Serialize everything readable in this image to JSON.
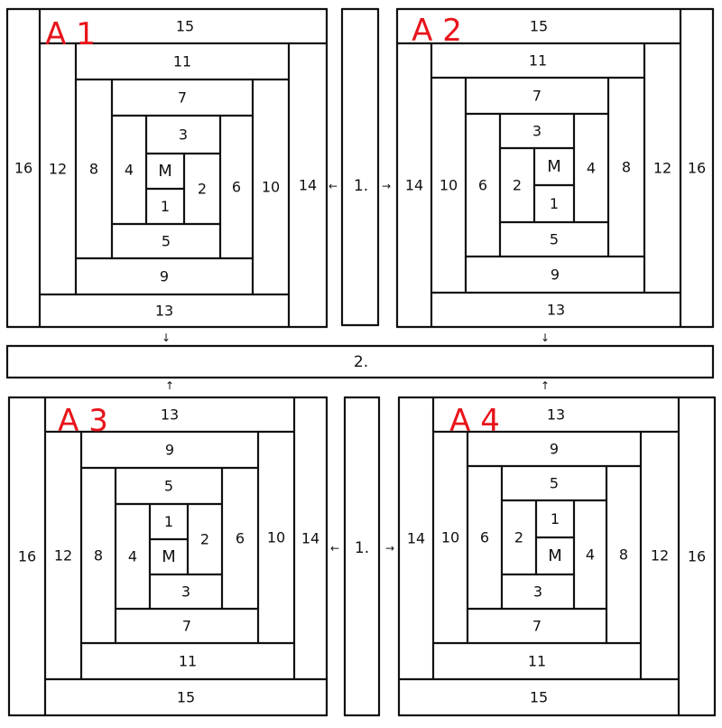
{
  "colors": {
    "line": "#111111",
    "title": "#e8141b",
    "background": "#ffffff"
  },
  "blocks": [
    {
      "title": "A 1",
      "center": "M"
    },
    {
      "title": "A 2",
      "center": "M"
    },
    {
      "title": "A 3",
      "center": "M"
    },
    {
      "title": "A 4",
      "center": "M"
    }
  ],
  "strip_numbers": [
    "1",
    "2",
    "3",
    "4",
    "5",
    "6",
    "7",
    "8",
    "9",
    "10",
    "11",
    "12",
    "13",
    "14",
    "15",
    "16"
  ],
  "joins": {
    "top": "1.",
    "middle": "2.",
    "bottom": "1."
  },
  "arrows": {
    "left": "←",
    "right": "→",
    "down": "↓",
    "up": "↑"
  }
}
